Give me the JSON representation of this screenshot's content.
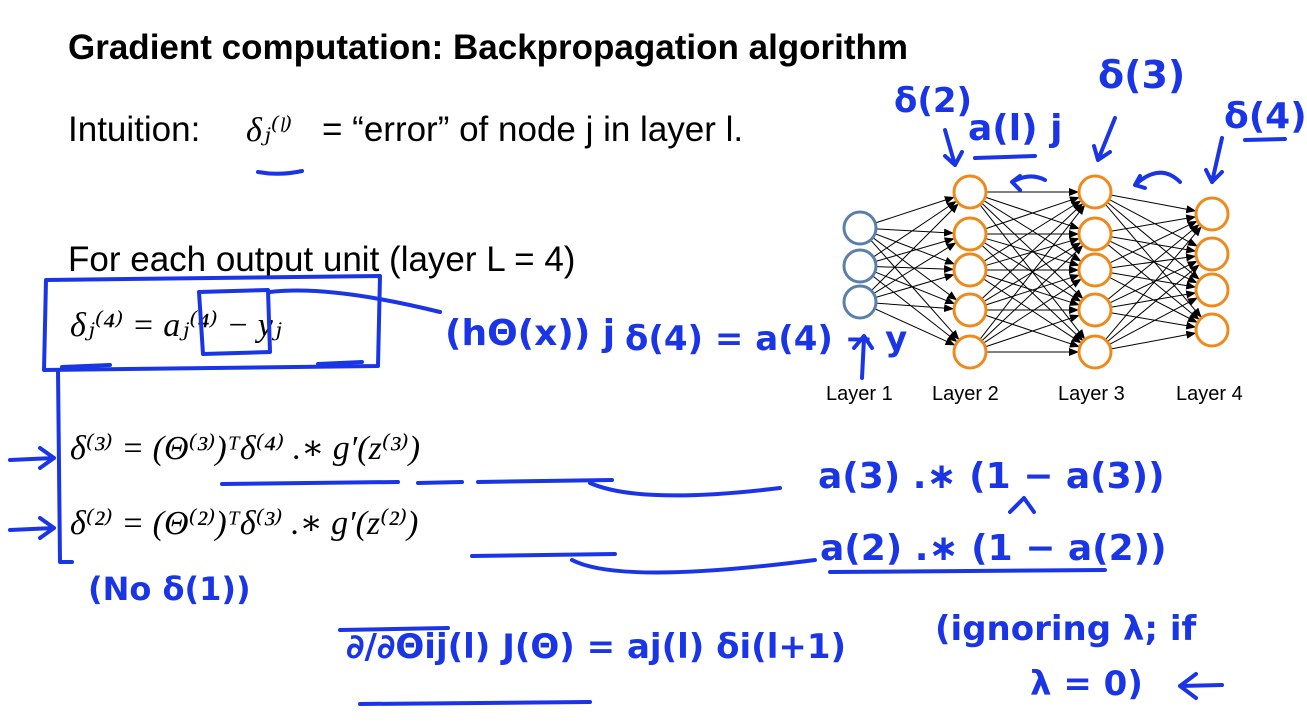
{
  "slide": {
    "title": "Gradient computation: Backpropagation algorithm",
    "intuition_label": "Intuition:",
    "intuition_text": "= “error” of node j in layer l.",
    "intuition_symbol": "δⱼ⁽ˡ⁾",
    "for_each": "For each output unit (layer L = 4)",
    "eq_delta4": "δⱼ⁽⁴⁾ = aⱼ⁽⁴⁾ − yⱼ",
    "eq_delta3": "δ⁽³⁾ = (Θ⁽³⁾)ᵀδ⁽⁴⁾ .∗ g′(z⁽³⁾)",
    "eq_delta2": "δ⁽²⁾ = (Θ⁽²⁾)ᵀδ⁽³⁾ .∗ g′(z⁽²⁾)"
  },
  "network": {
    "layers": [
      {
        "label": "Layer 1",
        "units": 3,
        "color": "#5a7fa8"
      },
      {
        "label": "Layer 2",
        "units": 5,
        "color": "#ee8a1b"
      },
      {
        "label": "Layer 3",
        "units": 5,
        "color": "#ee8a1b"
      },
      {
        "label": "Layer 4",
        "units": 4,
        "color": "#ee8a1b"
      }
    ]
  },
  "handwriting": {
    "color": "#1a35e6",
    "delta2_note": "δ(2)",
    "a_note": "a(l) j",
    "delta3_note": "δ(3)",
    "delta4_note": "δ(4)",
    "h_note": "(hΘ(x)) j",
    "vector_note": "δ(4) = a(4) − y",
    "g3_note": "a(3) .∗ (1 − a(3))",
    "g2_note": "a(2) .∗ (1 − a(2))",
    "no_delta1": "(No   δ(1))",
    "partial_note": "∂/∂Θij(l) J(Θ) = aj(l) δi(l+1)",
    "ignore_note": "(ignoring λ; if",
    "lambda_note": "λ = 0)"
  }
}
